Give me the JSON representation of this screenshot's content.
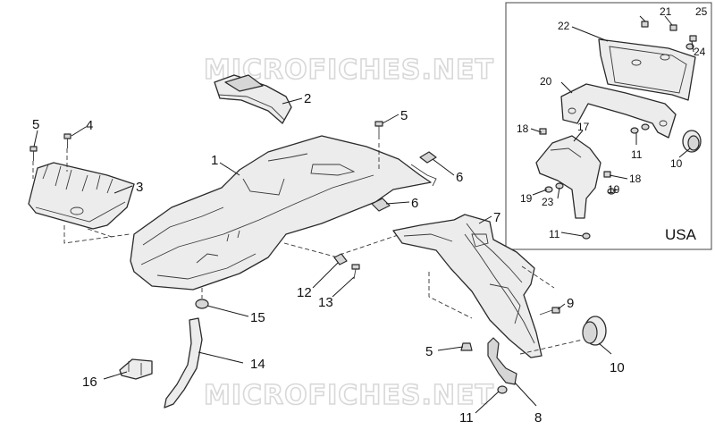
{
  "watermark_text": "MICROFICHES.NET",
  "region_label": "USA",
  "callouts": {
    "c1": "1",
    "c2": "2",
    "c3": "3",
    "c4": "4",
    "c5a": "5",
    "c5b": "5",
    "c5c": "5",
    "c6a": "6",
    "c6b": "6",
    "c7": "7",
    "c8": "8",
    "c9": "9",
    "c10a": "10",
    "c10b": "10",
    "c11a": "11",
    "c11b": "11",
    "c11c": "11",
    "c12": "12",
    "c13": "13",
    "c14": "14",
    "c15": "15",
    "c16": "16",
    "c17": "17",
    "c18a": "18",
    "c18b": "18",
    "c19a": "19",
    "c19b": "19",
    "c20": "20",
    "c21": "21",
    "c22": "22",
    "c23": "23",
    "c24": "24",
    "c25": "25"
  }
}
